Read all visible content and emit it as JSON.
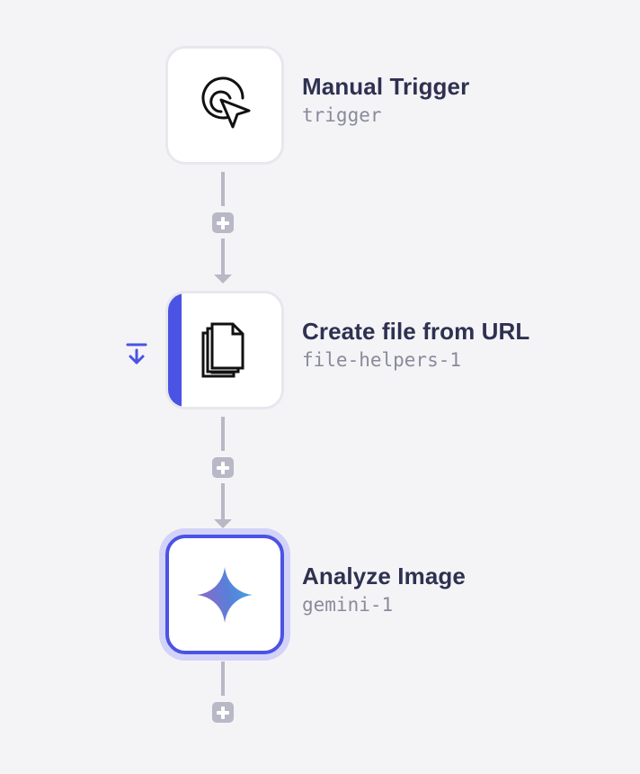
{
  "canvas": {
    "background": "#f4f4f7"
  },
  "colors": {
    "accent": "#4b53e4",
    "accent_halo": "#d3d3f8",
    "connector": "#b8b8c6",
    "title_text": "#2e3150",
    "subtitle_text": "#8a8a9b",
    "card_border": "#e7e7ee"
  },
  "nodes": [
    {
      "title": "Manual Trigger",
      "subtitle": "trigger",
      "icon": "cursor-click-icon",
      "state": "default"
    },
    {
      "title": "Create file from URL",
      "subtitle": "file-helpers-1",
      "icon": "files-stack-icon",
      "state": "active-step",
      "side_action_icon": "step-into-arrow-icon"
    },
    {
      "title": "Analyze Image",
      "subtitle": "gemini-1",
      "icon": "gemini-sparkle-icon",
      "state": "selected"
    }
  ],
  "connectors": [
    {
      "from": "Manual Trigger",
      "to": "Create file from URL",
      "add_button_icon": "plus-icon"
    },
    {
      "from": "Create file from URL",
      "to": "Analyze Image",
      "add_button_icon": "plus-icon"
    },
    {
      "from": "Analyze Image",
      "to": null,
      "add_button_icon": "plus-icon"
    }
  ]
}
